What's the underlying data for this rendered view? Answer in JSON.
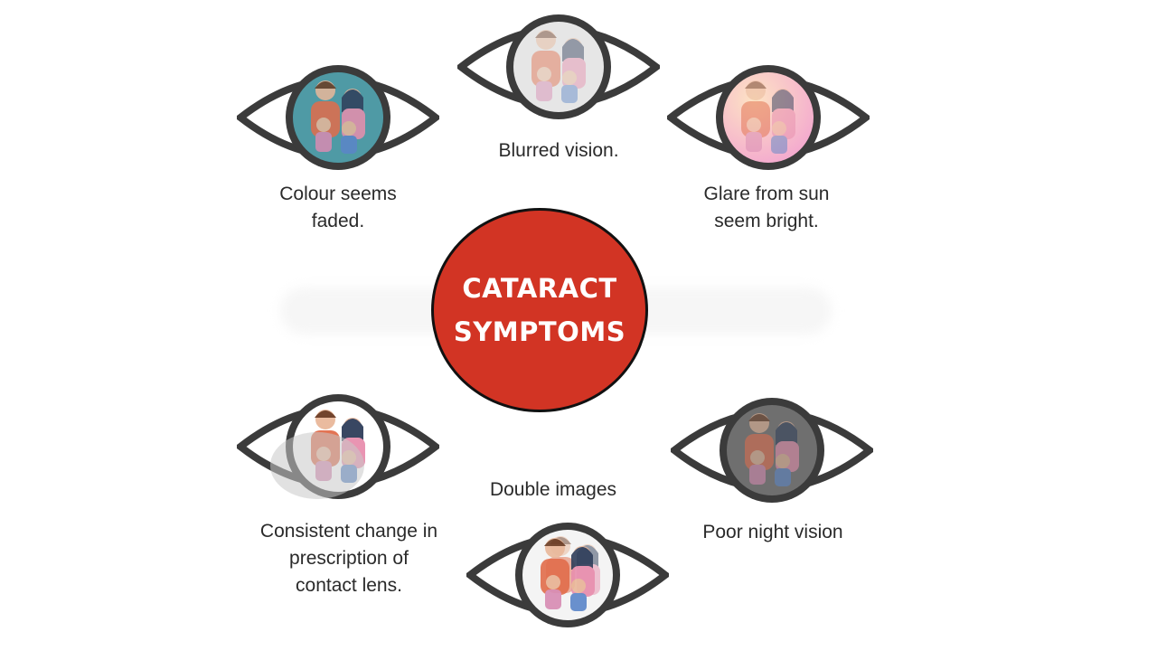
{
  "center": {
    "title": "CATARACT\nSYMPTOMS",
    "color": "#d23424"
  },
  "symptoms": [
    {
      "label": "Colour seems\nfaded.",
      "effect": "faded",
      "iris_color": "#4f9aa5"
    },
    {
      "label": "Blurred vision.",
      "effect": "blurred",
      "iris_color": "#e6e6e6"
    },
    {
      "label": "Glare from sun\nseem bright.",
      "effect": "glare",
      "iris_color": "#f6c9d7"
    },
    {
      "label": "Consistent change in\nprescription of\ncontact lens.",
      "effect": "lens-change",
      "iris_color": "#ffffff"
    },
    {
      "label": "Double images",
      "effect": "double",
      "iris_color": "#f4f4f4"
    },
    {
      "label": "Poor night vision",
      "effect": "night",
      "iris_color": "#6f6f6f"
    }
  ],
  "colors": {
    "outline": "#3b3b3b",
    "text": "#2a2a2a"
  }
}
